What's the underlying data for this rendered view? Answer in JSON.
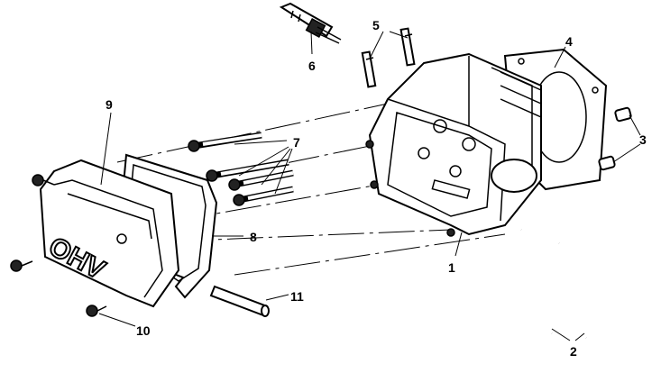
{
  "diagram": {
    "cover_text": "OHV",
    "callouts": {
      "c1": "1",
      "c2": "2",
      "c3": "3",
      "c4": "4",
      "c5": "5",
      "c6": "6",
      "c7": "7",
      "c8": "8",
      "c9": "9",
      "c10": "10",
      "c11": "11"
    }
  }
}
